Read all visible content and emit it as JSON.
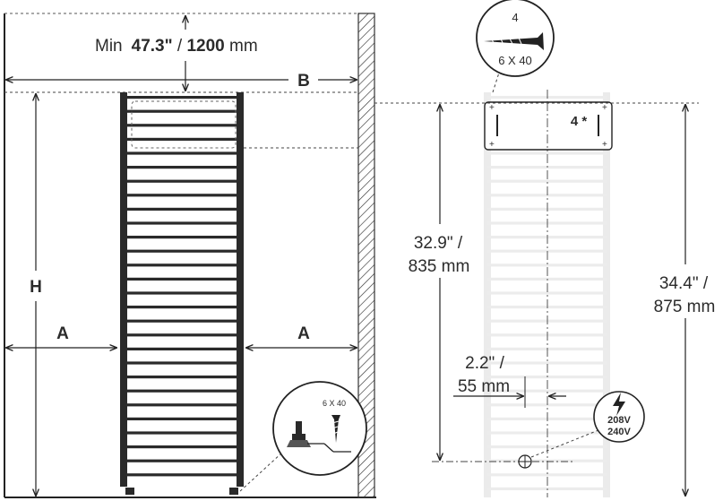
{
  "dim_height": {
    "label": "H"
  },
  "dim_clearance_side": {
    "label": "A",
    "color": "#b3262b"
  },
  "dim_clearance_back": {
    "label": "B",
    "color": "#2a86a8"
  },
  "dim_min_top": {
    "prefix": "Min",
    "inch": "47.3\"",
    "sep": " / ",
    "mm_value": "1200",
    "mm_unit": " mm"
  },
  "screw_callout": {
    "count": "4",
    "size": "6 X 40",
    "icon": "screw-icon"
  },
  "wall_screws_count": {
    "label": "4 *",
    "color": "#3aa935"
  },
  "leveling_callout": {
    "size": "6 X 40",
    "icons": [
      "leveling-foot-icon",
      "screw-icon"
    ]
  },
  "dim_bracket_height": {
    "inch": "32.9\" /",
    "mm_value": "835",
    "mm_unit": " mm"
  },
  "dim_outlet_height": {
    "inch": "34.4\" /",
    "mm_value": "875",
    "mm_unit": " mm"
  },
  "dim_outlet_offset": {
    "inch": "2.2\" /",
    "mm_value": "55",
    "mm_unit": " mm"
  },
  "power_callout": {
    "v1": "208V",
    "v2": "240V",
    "icon": "lightning-icon"
  }
}
